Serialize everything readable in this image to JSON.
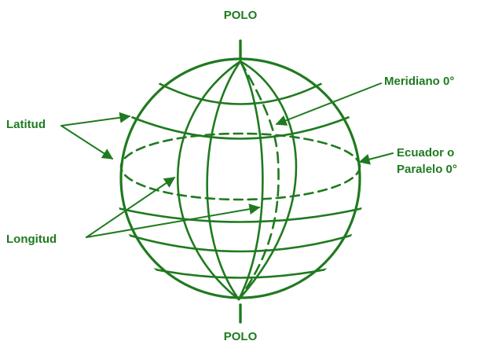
{
  "diagram": {
    "pole_top": "POLO",
    "pole_bottom": "POLO",
    "latitude_label": "Latitud",
    "longitude_label": "Longitud",
    "meridian_label": "Meridiano 0°",
    "equator_label_line1": "Ecuador o",
    "equator_label_line2": "Paralelo 0°"
  },
  "colors": {
    "ink": "#1f7a1f",
    "background": "#ffffff"
  }
}
